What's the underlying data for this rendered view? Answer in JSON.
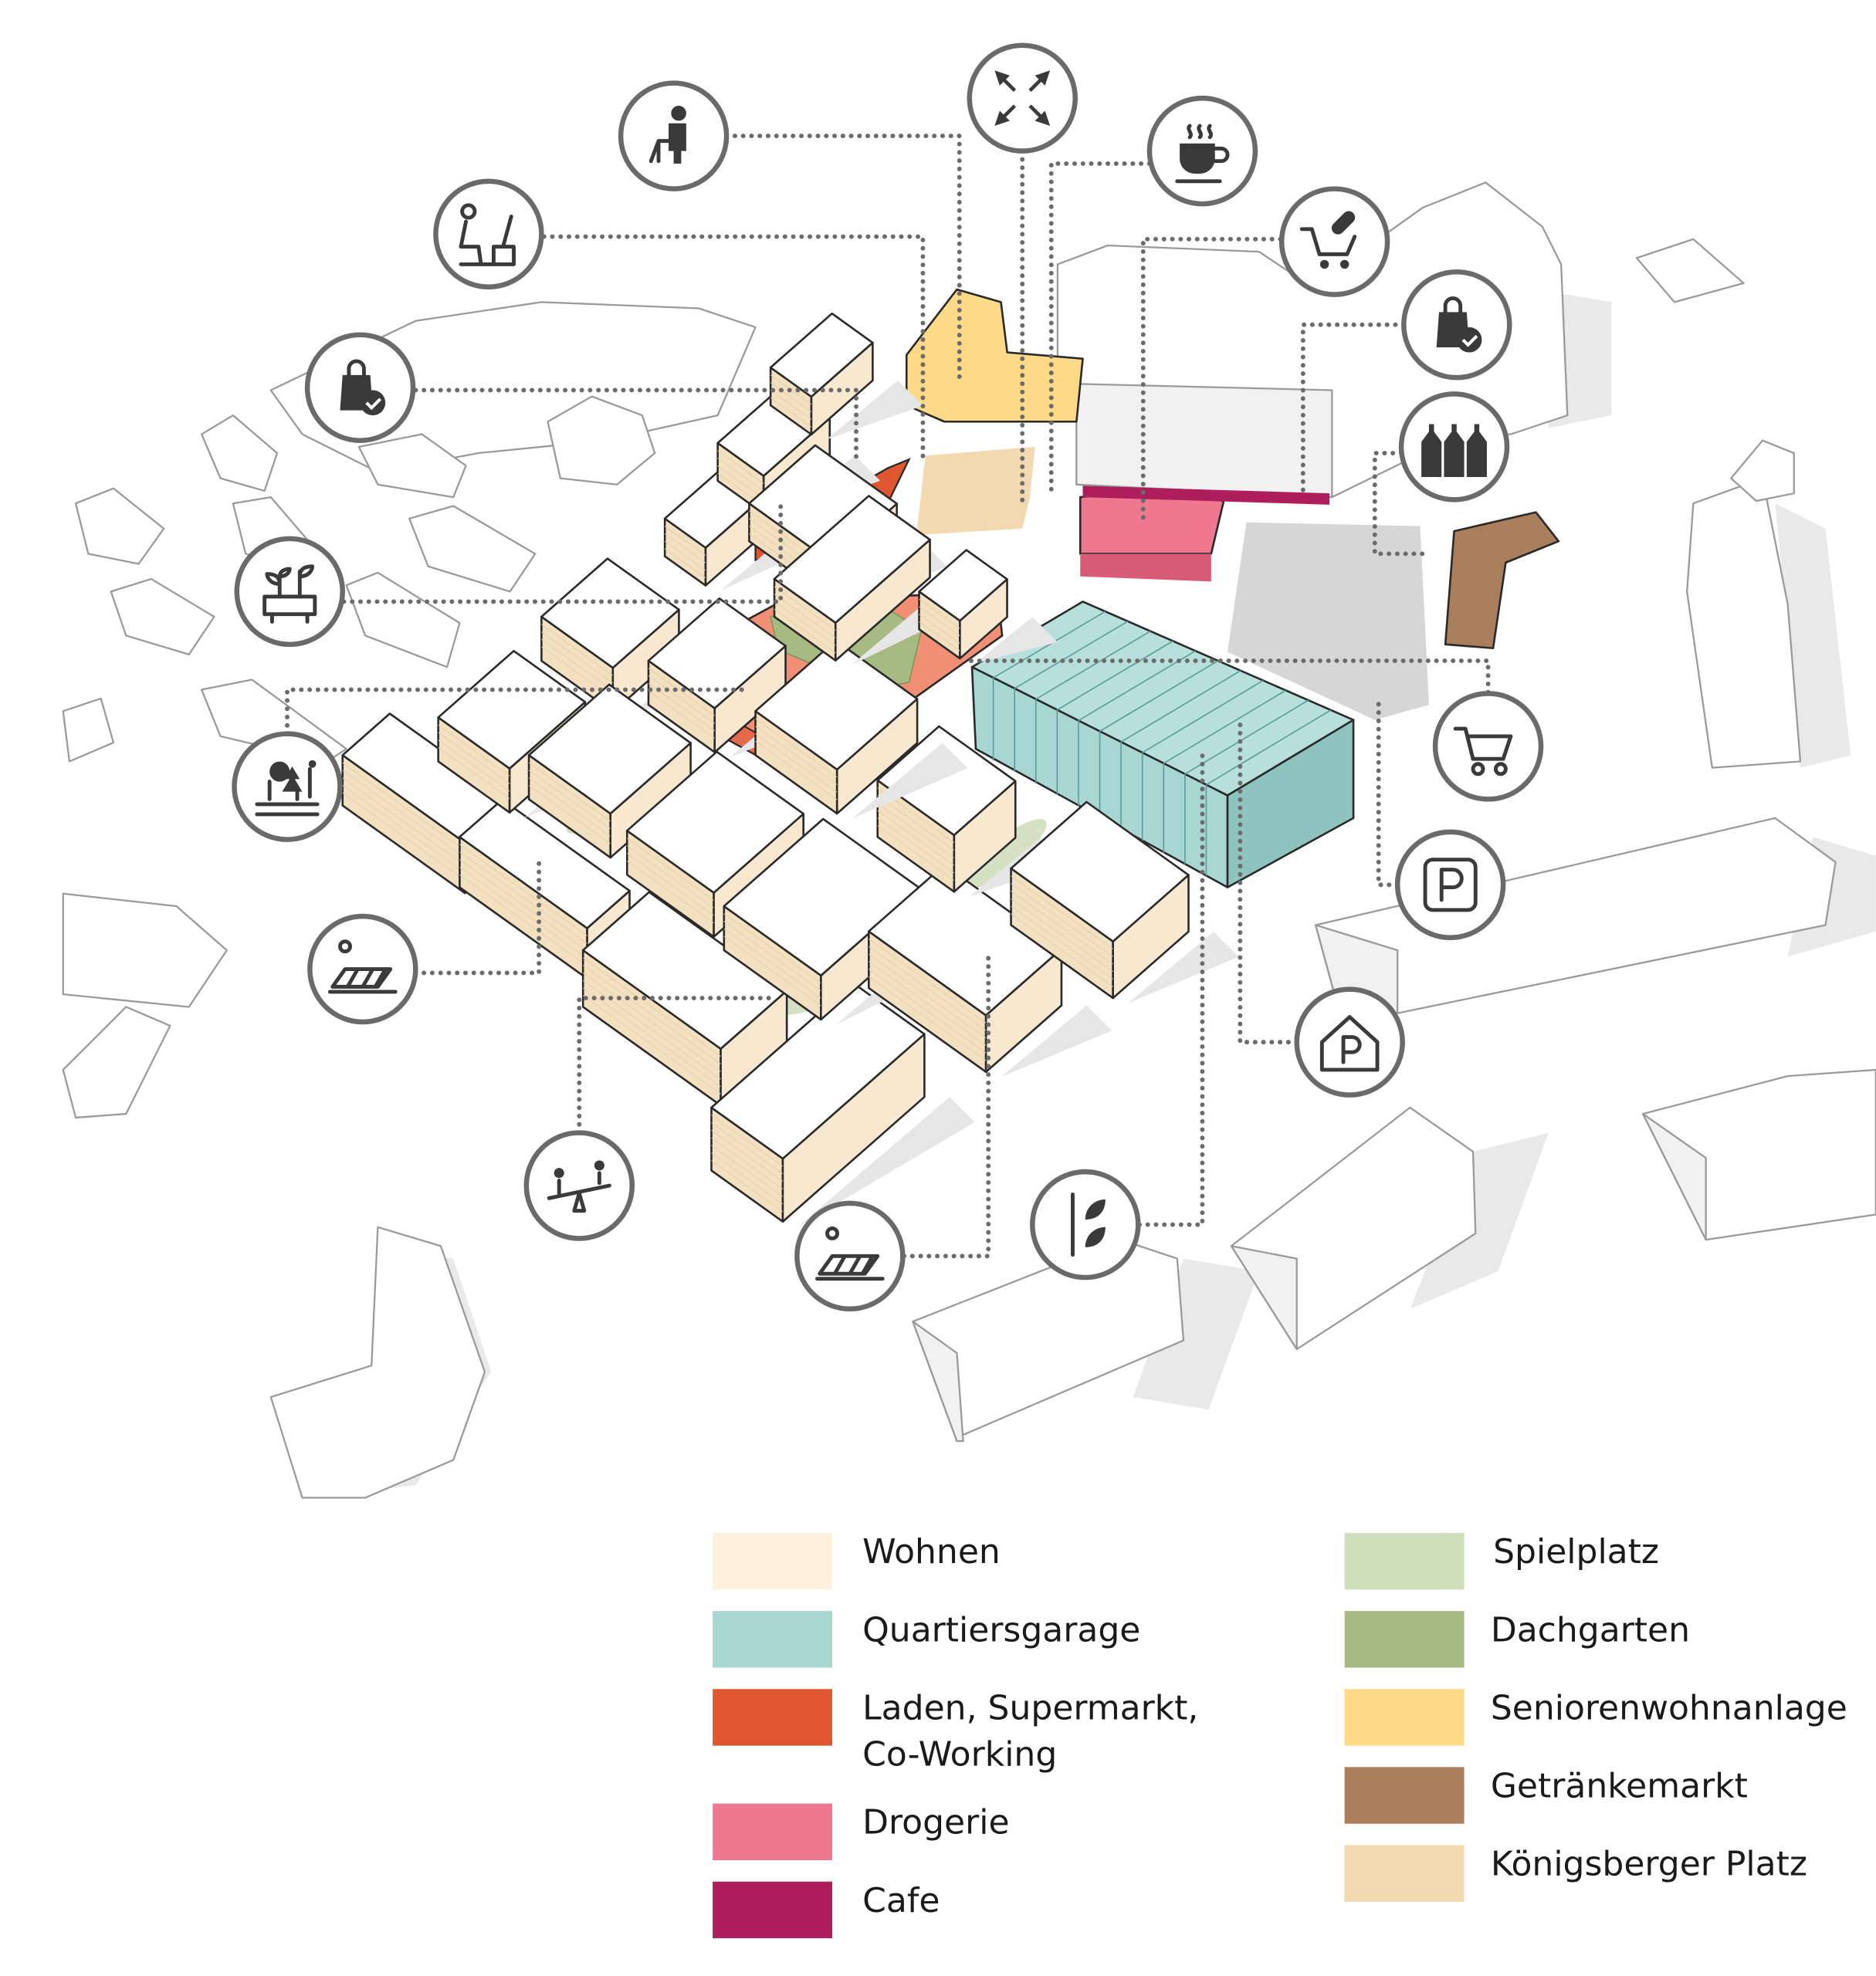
{
  "colors": {
    "wohnen": "#fdf0dc",
    "quartiersgarage": "#a8d6d3",
    "laden": "#df5730",
    "drogerie": "#ee7890",
    "cafe": "#ae1d5c",
    "spielplatz": "#cfdfbc",
    "dachgarten": "#a6bb82",
    "senioren": "#fed987",
    "getraenke": "#a97e5a",
    "koenigsberger": "#f2d9b0",
    "plaza": "#d6d6d6"
  },
  "icons": [
    {
      "name": "senior-walker-icon"
    },
    {
      "name": "compress-arrows-icon"
    },
    {
      "name": "coffee-cup-icon"
    },
    {
      "name": "coworking-desk-icon"
    },
    {
      "name": "shopping-cart-pharmacy-icon"
    },
    {
      "name": "shopping-bag-check-icon"
    },
    {
      "name": "shopping-bag-check-icon"
    },
    {
      "name": "beverage-bottles-icon"
    },
    {
      "name": "rooftop-planter-icon"
    },
    {
      "name": "playground-trees-icon"
    },
    {
      "name": "shopping-cart-icon"
    },
    {
      "name": "parking-icon"
    },
    {
      "name": "solar-panels-icon"
    },
    {
      "name": "parking-garage-icon"
    },
    {
      "name": "seesaw-icon"
    },
    {
      "name": "green-facade-leaves-icon"
    },
    {
      "name": "solar-panels-icon"
    }
  ],
  "legend": {
    "left": [
      {
        "label": "Wohnen",
        "color": "#fdf0dc"
      },
      {
        "label": "Quartiersgarage",
        "color": "#a8d6d3"
      },
      {
        "label": "Laden, Supermarkt,",
        "label2": "Co-Working",
        "color": "#df5730"
      },
      {
        "label": "Drogerie",
        "color": "#ee7890"
      },
      {
        "label": "Cafe",
        "color": "#ae1d5c"
      }
    ],
    "right": [
      {
        "label": "Spielplatz",
        "color": "#cfdfbc"
      },
      {
        "label": "Dachgarten",
        "color": "#a6bb82"
      },
      {
        "label": "Seniorenwohnanlage",
        "color": "#fed987"
      },
      {
        "label": "Getränkemarkt",
        "color": "#a97e5a"
      },
      {
        "label": "Königsberger Platz",
        "color": "#f2d9b0"
      }
    ]
  }
}
